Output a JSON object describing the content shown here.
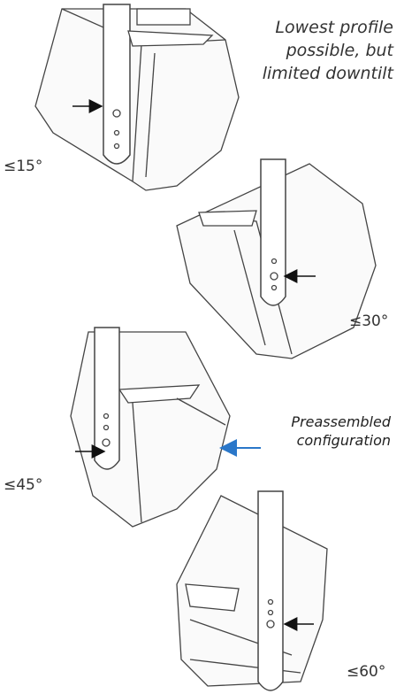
{
  "notes": {
    "top_line1": "Lowest profile",
    "top_line2": "possible, but",
    "top_line3": "limited downtilt",
    "mid_line1": "Preassembled",
    "mid_line2": "configuration"
  },
  "angles": {
    "a15": "≤15°",
    "a30": "≤30°",
    "a45": "≤45°",
    "a60": "≤60°"
  },
  "colors": {
    "outline": "#333333",
    "accent_arrow": "#2a77c9"
  }
}
